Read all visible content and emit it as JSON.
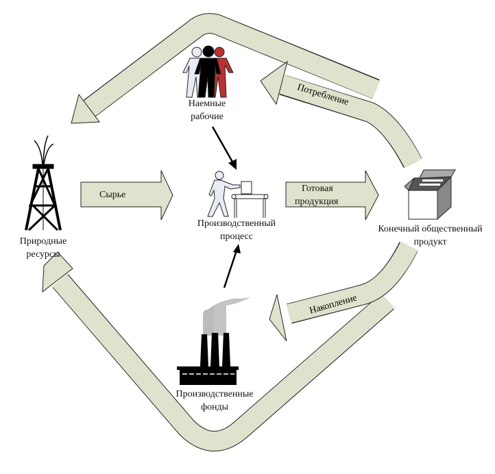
{
  "colors": {
    "arrow_fill": "#dde3cc",
    "outline": "#222222",
    "worker_red": "#b83232",
    "worker_light": "#e8ecf4"
  },
  "nodes": {
    "workers": [
      "Наемные",
      "рабочие"
    ],
    "resources": [
      "Природные",
      "ресурсы"
    ],
    "process": [
      "Производственный",
      "процесс"
    ],
    "product": [
      "Конечный общественный",
      "продукт"
    ],
    "funds": [
      "Производственные",
      "фонды"
    ]
  },
  "flows": {
    "raw": "Сырье",
    "finished": [
      "Готовая",
      "продукция"
    ],
    "consumption": "Потребление",
    "accumulation": "Накопление"
  }
}
